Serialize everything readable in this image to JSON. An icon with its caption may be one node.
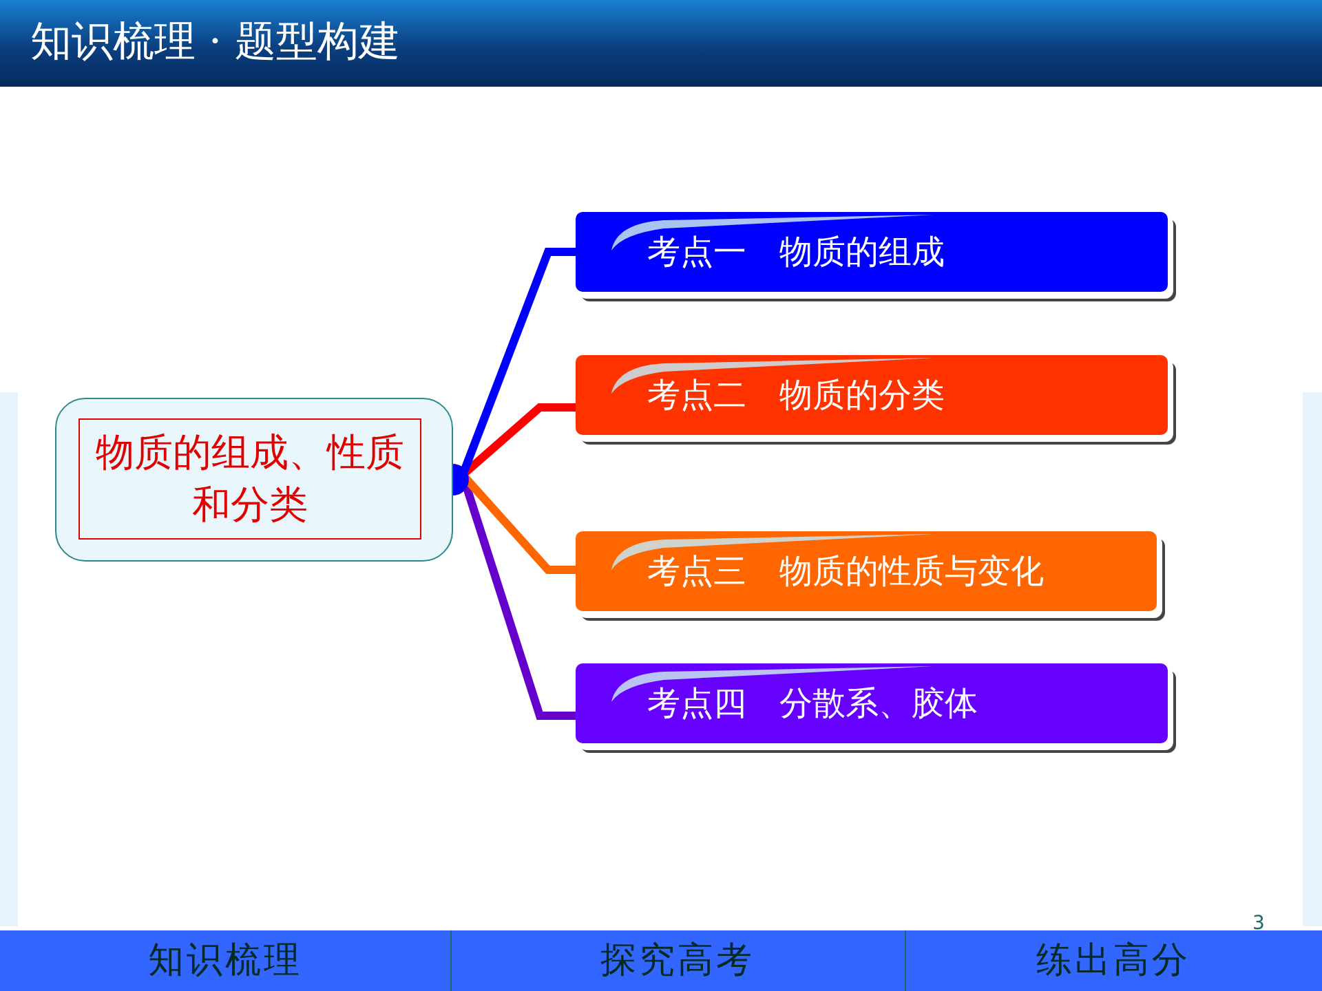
{
  "diagram": {
    "title": "知识梳理 · 题型构建",
    "nodes": [
      {
        "text": [
          "物质的组成、性质和分类"
        ]
      },
      {
        "text": [
          "考点一　物质的组成"
        ]
      },
      {
        "text": [
          "考点二　物质的分类"
        ]
      },
      {
        "text": [
          "考点三　物质的性质与变化"
        ]
      },
      {
        "text": [
          "考点四　分散系、胶体"
        ]
      }
    ],
    "edges": [
      {
        "from": 0,
        "to": 1,
        "arrow": "other",
        "color": "#0000ff"
      },
      {
        "from": 0,
        "to": 2,
        "arrow": "other",
        "color": "#ff0000"
      },
      {
        "from": 0,
        "to": 3,
        "arrow": "other",
        "color": "#ff6600"
      },
      {
        "from": 0,
        "to": 4,
        "arrow": "other",
        "color": "#6600cc"
      }
    ],
    "labels": [
      "3",
      "知识梳理",
      "探究高考",
      "练出高分"
    ]
  }
}
